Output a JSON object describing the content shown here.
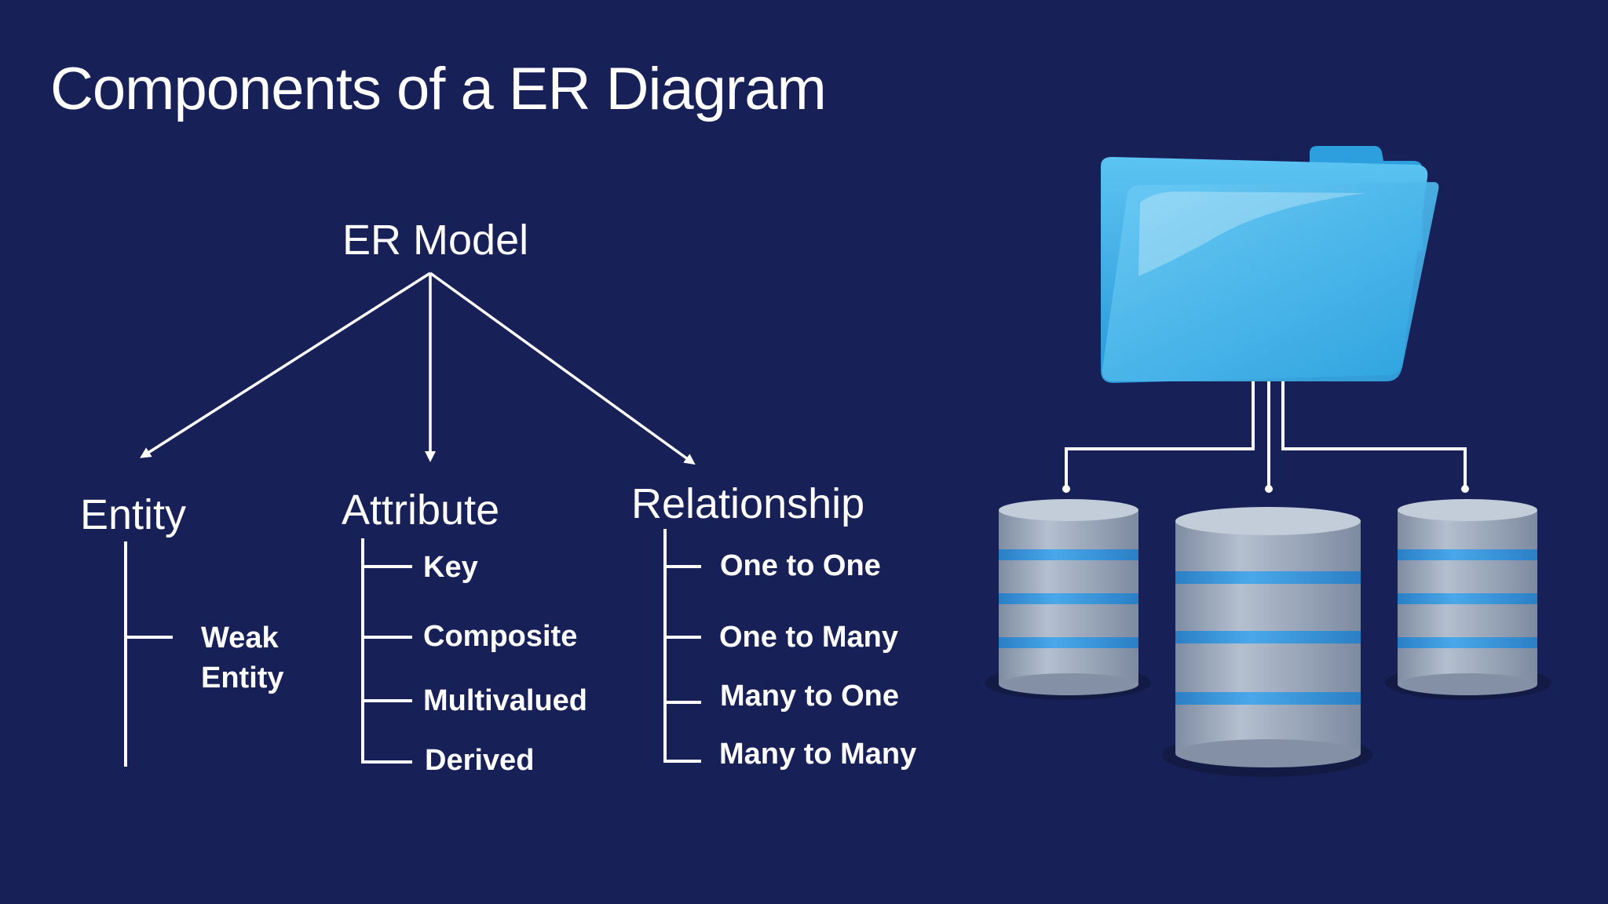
{
  "slide": {
    "title": "Components of a ER Diagram"
  },
  "diagram": {
    "root": "ER Model",
    "branches": [
      {
        "label": "Entity",
        "children": [
          "Weak Entity"
        ]
      },
      {
        "label": "Attribute",
        "children": [
          "Key",
          "Composite",
          "Multivalued",
          "Derived"
        ]
      },
      {
        "label": "Relationship",
        "children": [
          "One to One",
          "One to Many",
          "Many to  One",
          "Many to Many"
        ]
      }
    ]
  },
  "illustration": {
    "icon": "folder-database-icon",
    "folder_color": "#3aaee8",
    "cylinder_color": "#9aa6b8",
    "band_color": "#3a93d8"
  },
  "colors": {
    "background": "#182058",
    "text": "#ffffff"
  }
}
